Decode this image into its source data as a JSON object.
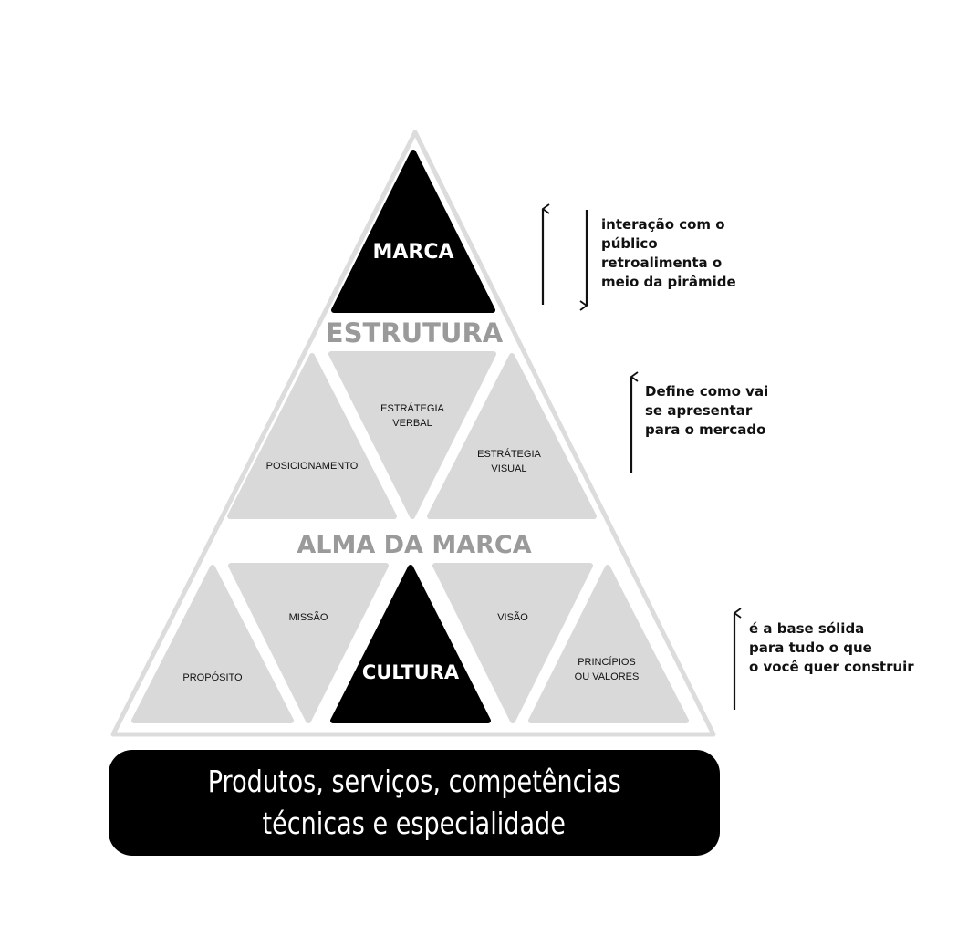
{
  "colors": {
    "black": "#000000",
    "gray_fill": "#d9d9d9",
    "outline": "#dcdcdc",
    "section_label": "#9a9a9a"
  },
  "pyramid": {
    "top": {
      "label": "MARCA"
    },
    "structure_label": "ESTRUTURA",
    "middle": {
      "posicionamento": "POSICIONAMENTO",
      "estrategia_verbal": [
        "ESTRÁTEGIA",
        "VERBAL"
      ],
      "estrategia_visual": [
        "ESTRÁTEGIA",
        "VISUAL"
      ]
    },
    "soul_label": "ALMA DA MARCA",
    "bottom": {
      "proposito": "PROPÓSITO",
      "missao": "MISSÃO",
      "cultura": "CULTURA",
      "visao": "VISÃO",
      "principios": [
        "PRINCÍPIOS",
        "OU VALORES"
      ]
    }
  },
  "notes": {
    "top": [
      "interação com o",
      "público",
      "retroalimenta o",
      "meio da pirâmide"
    ],
    "middle": [
      "Define como vai",
      "se apresentar",
      "para o mercado"
    ],
    "bottom": [
      "é a base sólida",
      "para tudo o que",
      "o você quer construir"
    ]
  },
  "base": {
    "lines": [
      "Produtos, serviços, competências",
      "técnicas e especialidade"
    ]
  }
}
